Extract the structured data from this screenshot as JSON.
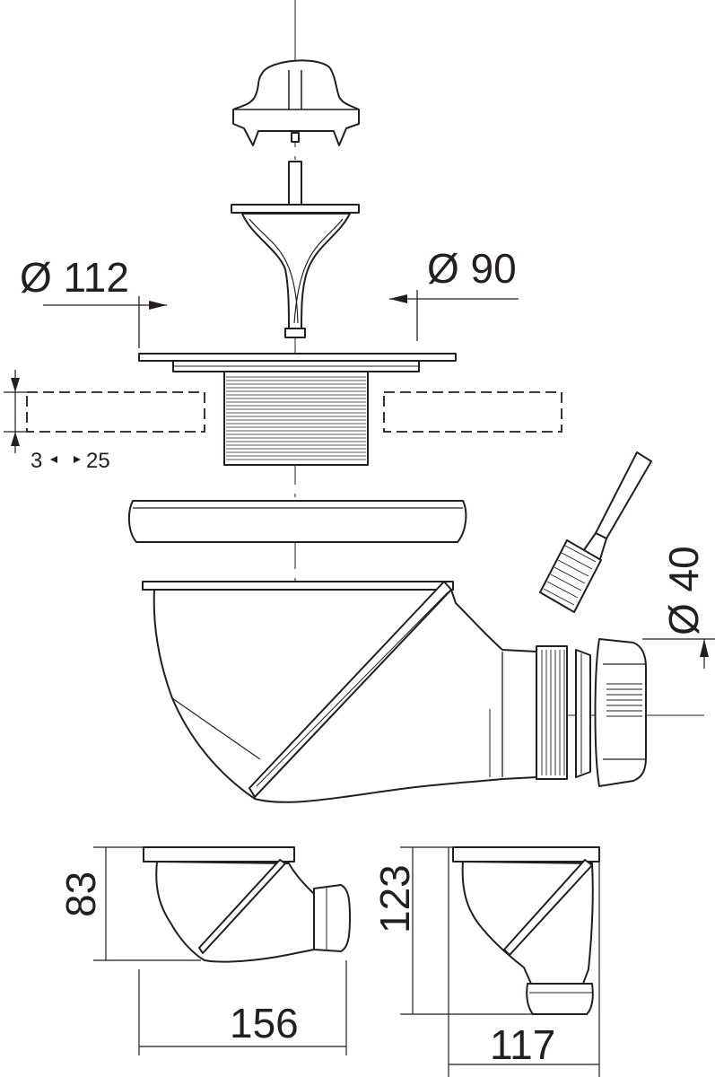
{
  "dimensions": {
    "flange_diameter": "Ø 112",
    "plug_diameter": "Ø 90",
    "outlet_diameter": "Ø 40",
    "thickness_min": "3",
    "thickness_max": "25",
    "height_low": "83",
    "width_low": "156",
    "height_high": "123",
    "width_high": "117"
  },
  "colors": {
    "line": "#231f20",
    "fill": "#ffffff"
  }
}
